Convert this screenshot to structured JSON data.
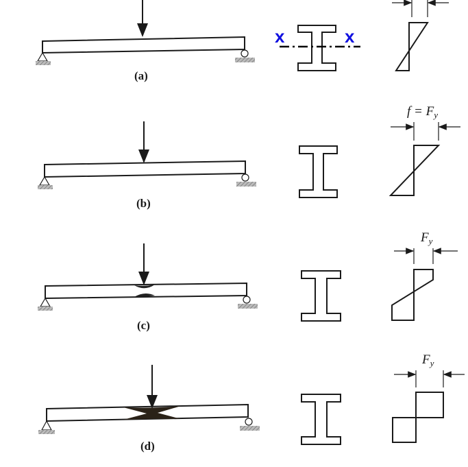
{
  "panels": [
    {
      "label": "(a)",
      "stress_label": ""
    },
    {
      "label": "(b)",
      "stress_label": "f = F"
    },
    {
      "label": "(c)",
      "stress_label": "F"
    },
    {
      "label": "(d)",
      "stress_label": "F"
    }
  ],
  "subscript": "y",
  "axis_label_left": "x",
  "axis_label_right": "x",
  "colors": {
    "axis": "#1010e0",
    "ink": "#1a1a1a",
    "hatch": "#999999"
  }
}
